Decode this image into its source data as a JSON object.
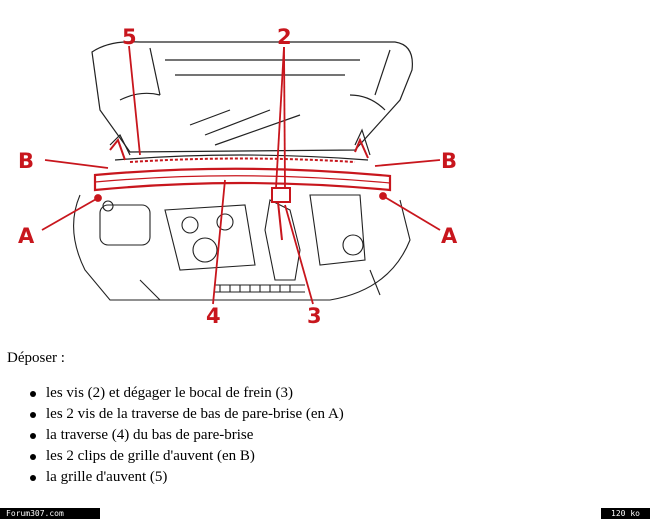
{
  "diagram": {
    "callouts": {
      "c5": "5",
      "c2": "2",
      "b_left": "B",
      "b_right": "B",
      "a_left": "A",
      "a_right": "A",
      "c4": "4",
      "c3": "3"
    },
    "accent_color": "#c8161d"
  },
  "text": {
    "intro": "Déposer :",
    "steps": [
      "les vis (2) et dégager le bocal de frein (3)",
      "les 2 vis de la traverse de bas de pare-brise (en A)",
      "la traverse (4) du bas de pare-brise",
      "les 2 clips de grille d'auvent (en B)",
      "la grille d'auvent (5)"
    ]
  },
  "footer": {
    "left": "Forum307.com",
    "right": "120 ko"
  }
}
